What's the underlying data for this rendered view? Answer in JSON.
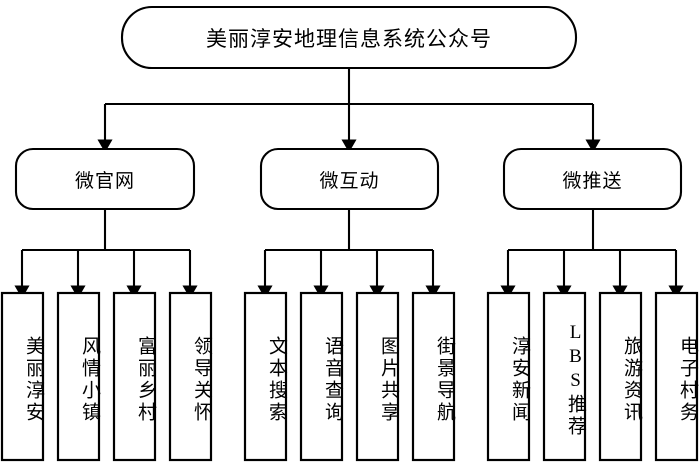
{
  "diagram": {
    "type": "organizational-tree",
    "orientation": "top-down",
    "background_color": "#ffffff",
    "line_color": "#000000",
    "text_color": "#000000",
    "root": {
      "id": "root",
      "label": "美丽淳安地理信息系统公众号",
      "shape": "rounded-pill"
    },
    "branches": [
      {
        "id": "branch-1",
        "label": "微官网",
        "shape": "rounded-rect",
        "children": [
          {
            "id": "leaf-1-1",
            "label": "美丽淳安",
            "shape": "rect",
            "orientation": "vertical-text"
          },
          {
            "id": "leaf-1-2",
            "label": "风情小镇",
            "shape": "rect",
            "orientation": "vertical-text"
          },
          {
            "id": "leaf-1-3",
            "label": "富丽乡村",
            "shape": "rect",
            "orientation": "vertical-text"
          },
          {
            "id": "leaf-1-4",
            "label": "领导关怀",
            "shape": "rect",
            "orientation": "vertical-text"
          }
        ]
      },
      {
        "id": "branch-2",
        "label": "微互动",
        "shape": "rounded-rect",
        "children": [
          {
            "id": "leaf-2-1",
            "label": "文本搜索",
            "shape": "rect",
            "orientation": "vertical-text"
          },
          {
            "id": "leaf-2-2",
            "label": "语音查询",
            "shape": "rect",
            "orientation": "vertical-text"
          },
          {
            "id": "leaf-2-3",
            "label": "图片共享",
            "shape": "rect",
            "orientation": "vertical-text"
          },
          {
            "id": "leaf-2-4",
            "label": "街景导航",
            "shape": "rect",
            "orientation": "vertical-text"
          }
        ]
      },
      {
        "id": "branch-3",
        "label": "微推送",
        "shape": "rounded-rect",
        "children": [
          {
            "id": "leaf-3-1",
            "label": "淳安新闻",
            "shape": "rect",
            "orientation": "vertical-text"
          },
          {
            "id": "leaf-3-2",
            "label": "LBS推荐",
            "shape": "rect",
            "orientation": "vertical-text"
          },
          {
            "id": "leaf-3-3",
            "label": "旅游资讯",
            "shape": "rect",
            "orientation": "vertical-text"
          },
          {
            "id": "leaf-3-4",
            "label": "电子村务",
            "shape": "rect",
            "orientation": "vertical-text"
          }
        ]
      }
    ]
  }
}
